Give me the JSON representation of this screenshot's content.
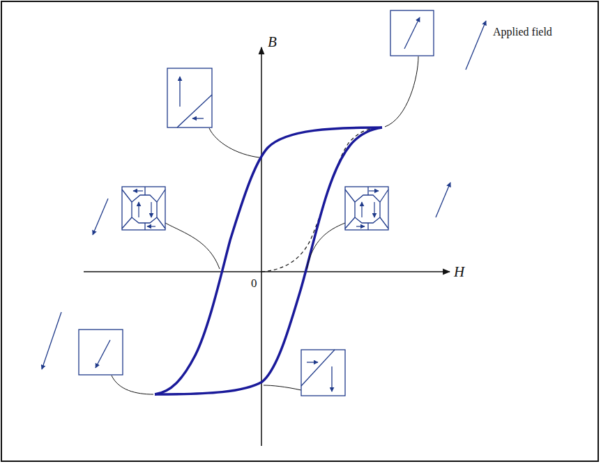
{
  "diagram": {
    "labels": [
      "B",
      "H",
      "0",
      "Applied field"
    ]
  }
}
